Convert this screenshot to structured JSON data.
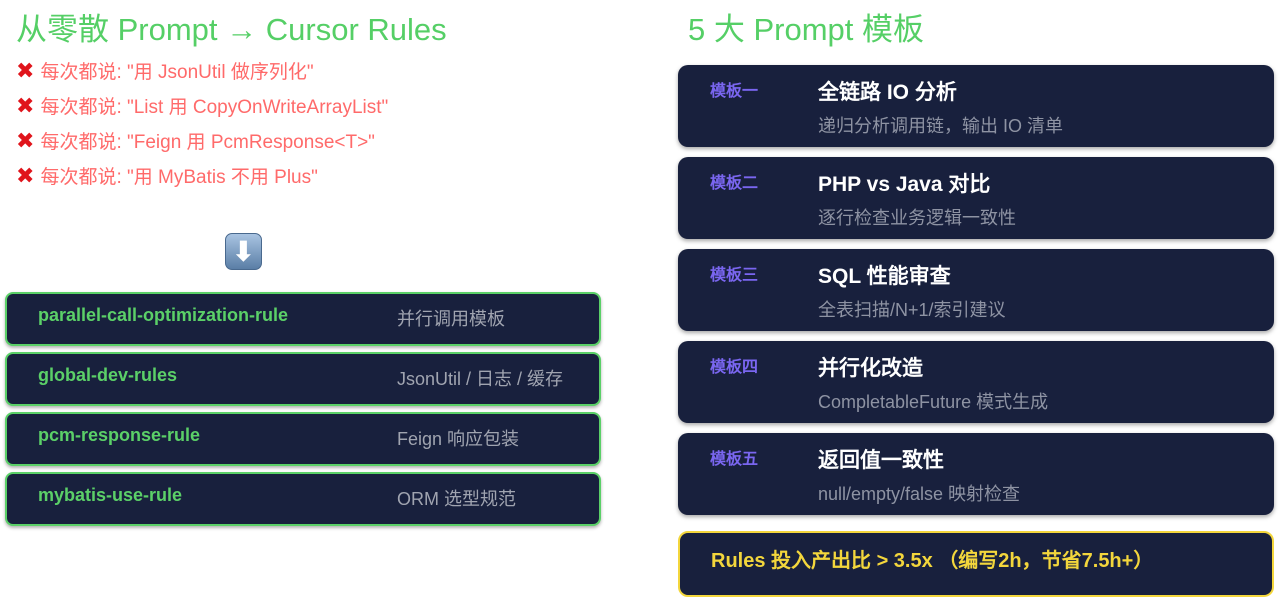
{
  "left": {
    "title": "从零散 Prompt → Cursor Rules",
    "pains": [
      "每次都说: \"用 JsonUtil 做序列化\"",
      "每次都说: \"List 用 CopyOnWriteArrayList\"",
      "每次都说: \"Feign 用 PcmResponse<T>\"",
      "每次都说: \"用 MyBatis 不用 Plus\""
    ],
    "pain_icon": "✖",
    "arrow_icon": "⬇",
    "rules": [
      {
        "name": "parallel-call-optimization-rule",
        "desc": "并行调用模板"
      },
      {
        "name": "global-dev-rules",
        "desc": "JsonUtil / 日志 / 缓存"
      },
      {
        "name": "pcm-response-rule",
        "desc": "Feign 响应包装"
      },
      {
        "name": "mybatis-use-rule",
        "desc": "ORM 选型规范"
      }
    ]
  },
  "right": {
    "title": "5 大 Prompt 模板",
    "templates": [
      {
        "tag": "模板一",
        "title": "全链路 IO 分析",
        "desc": "递归分析调用链，输出 IO 清单"
      },
      {
        "tag": "模板二",
        "title": "PHP vs Java 对比",
        "desc": "逐行检查业务逻辑一致性"
      },
      {
        "tag": "模板三",
        "title": "SQL 性能审查",
        "desc": "全表扫描/N+1/索引建议"
      },
      {
        "tag": "模板四",
        "title": "并行化改造",
        "desc": "CompletableFuture 模式生成"
      },
      {
        "tag": "模板五",
        "title": "返回值一致性",
        "desc": "null/empty/false 映射检查"
      }
    ],
    "roi": "Rules 投入产出比 > 3.5x （编写2h，节省7.5h+）"
  },
  "colors": {
    "green": "#55cf66",
    "red": "#ff6a6a",
    "navy": "#18203d",
    "purple": "#7a66f0",
    "yellow": "#f3d63c"
  }
}
